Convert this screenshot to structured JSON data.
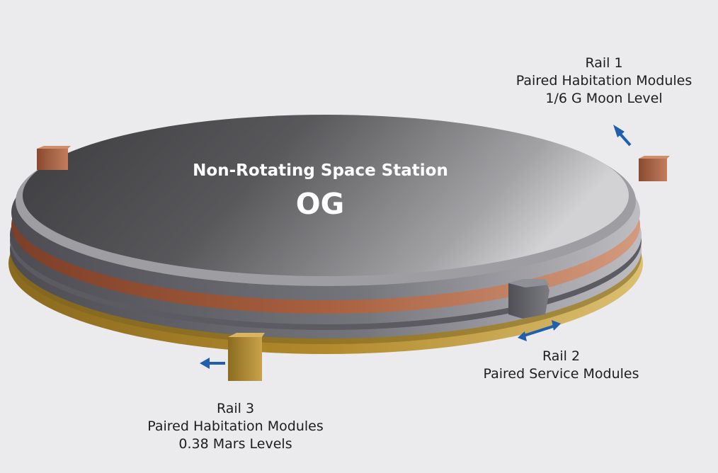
{
  "title": "Non-Rotating Space Station",
  "center_value": "OG",
  "rails": [
    {
      "name": "Rail 1",
      "modules": "Paired Habitation Modules",
      "gravity": "1/6 G Moon Level"
    },
    {
      "name": "Rail 2",
      "modules": "Paired Service Modules"
    },
    {
      "name": "Rail 3",
      "modules": "Paired Habitation Modules",
      "gravity": "0.38 Mars Levels"
    }
  ],
  "colors": {
    "background": "#ebebed",
    "rail1": "#a8603f",
    "rail2": "#5d5d64",
    "rail3": "#b28a2c",
    "arrow": "#1f5fae",
    "station_top": "#58585b"
  },
  "icons": {
    "rotation_arrow": "arrow-icon",
    "bidirectional_arrow": "double-arrow-icon"
  }
}
